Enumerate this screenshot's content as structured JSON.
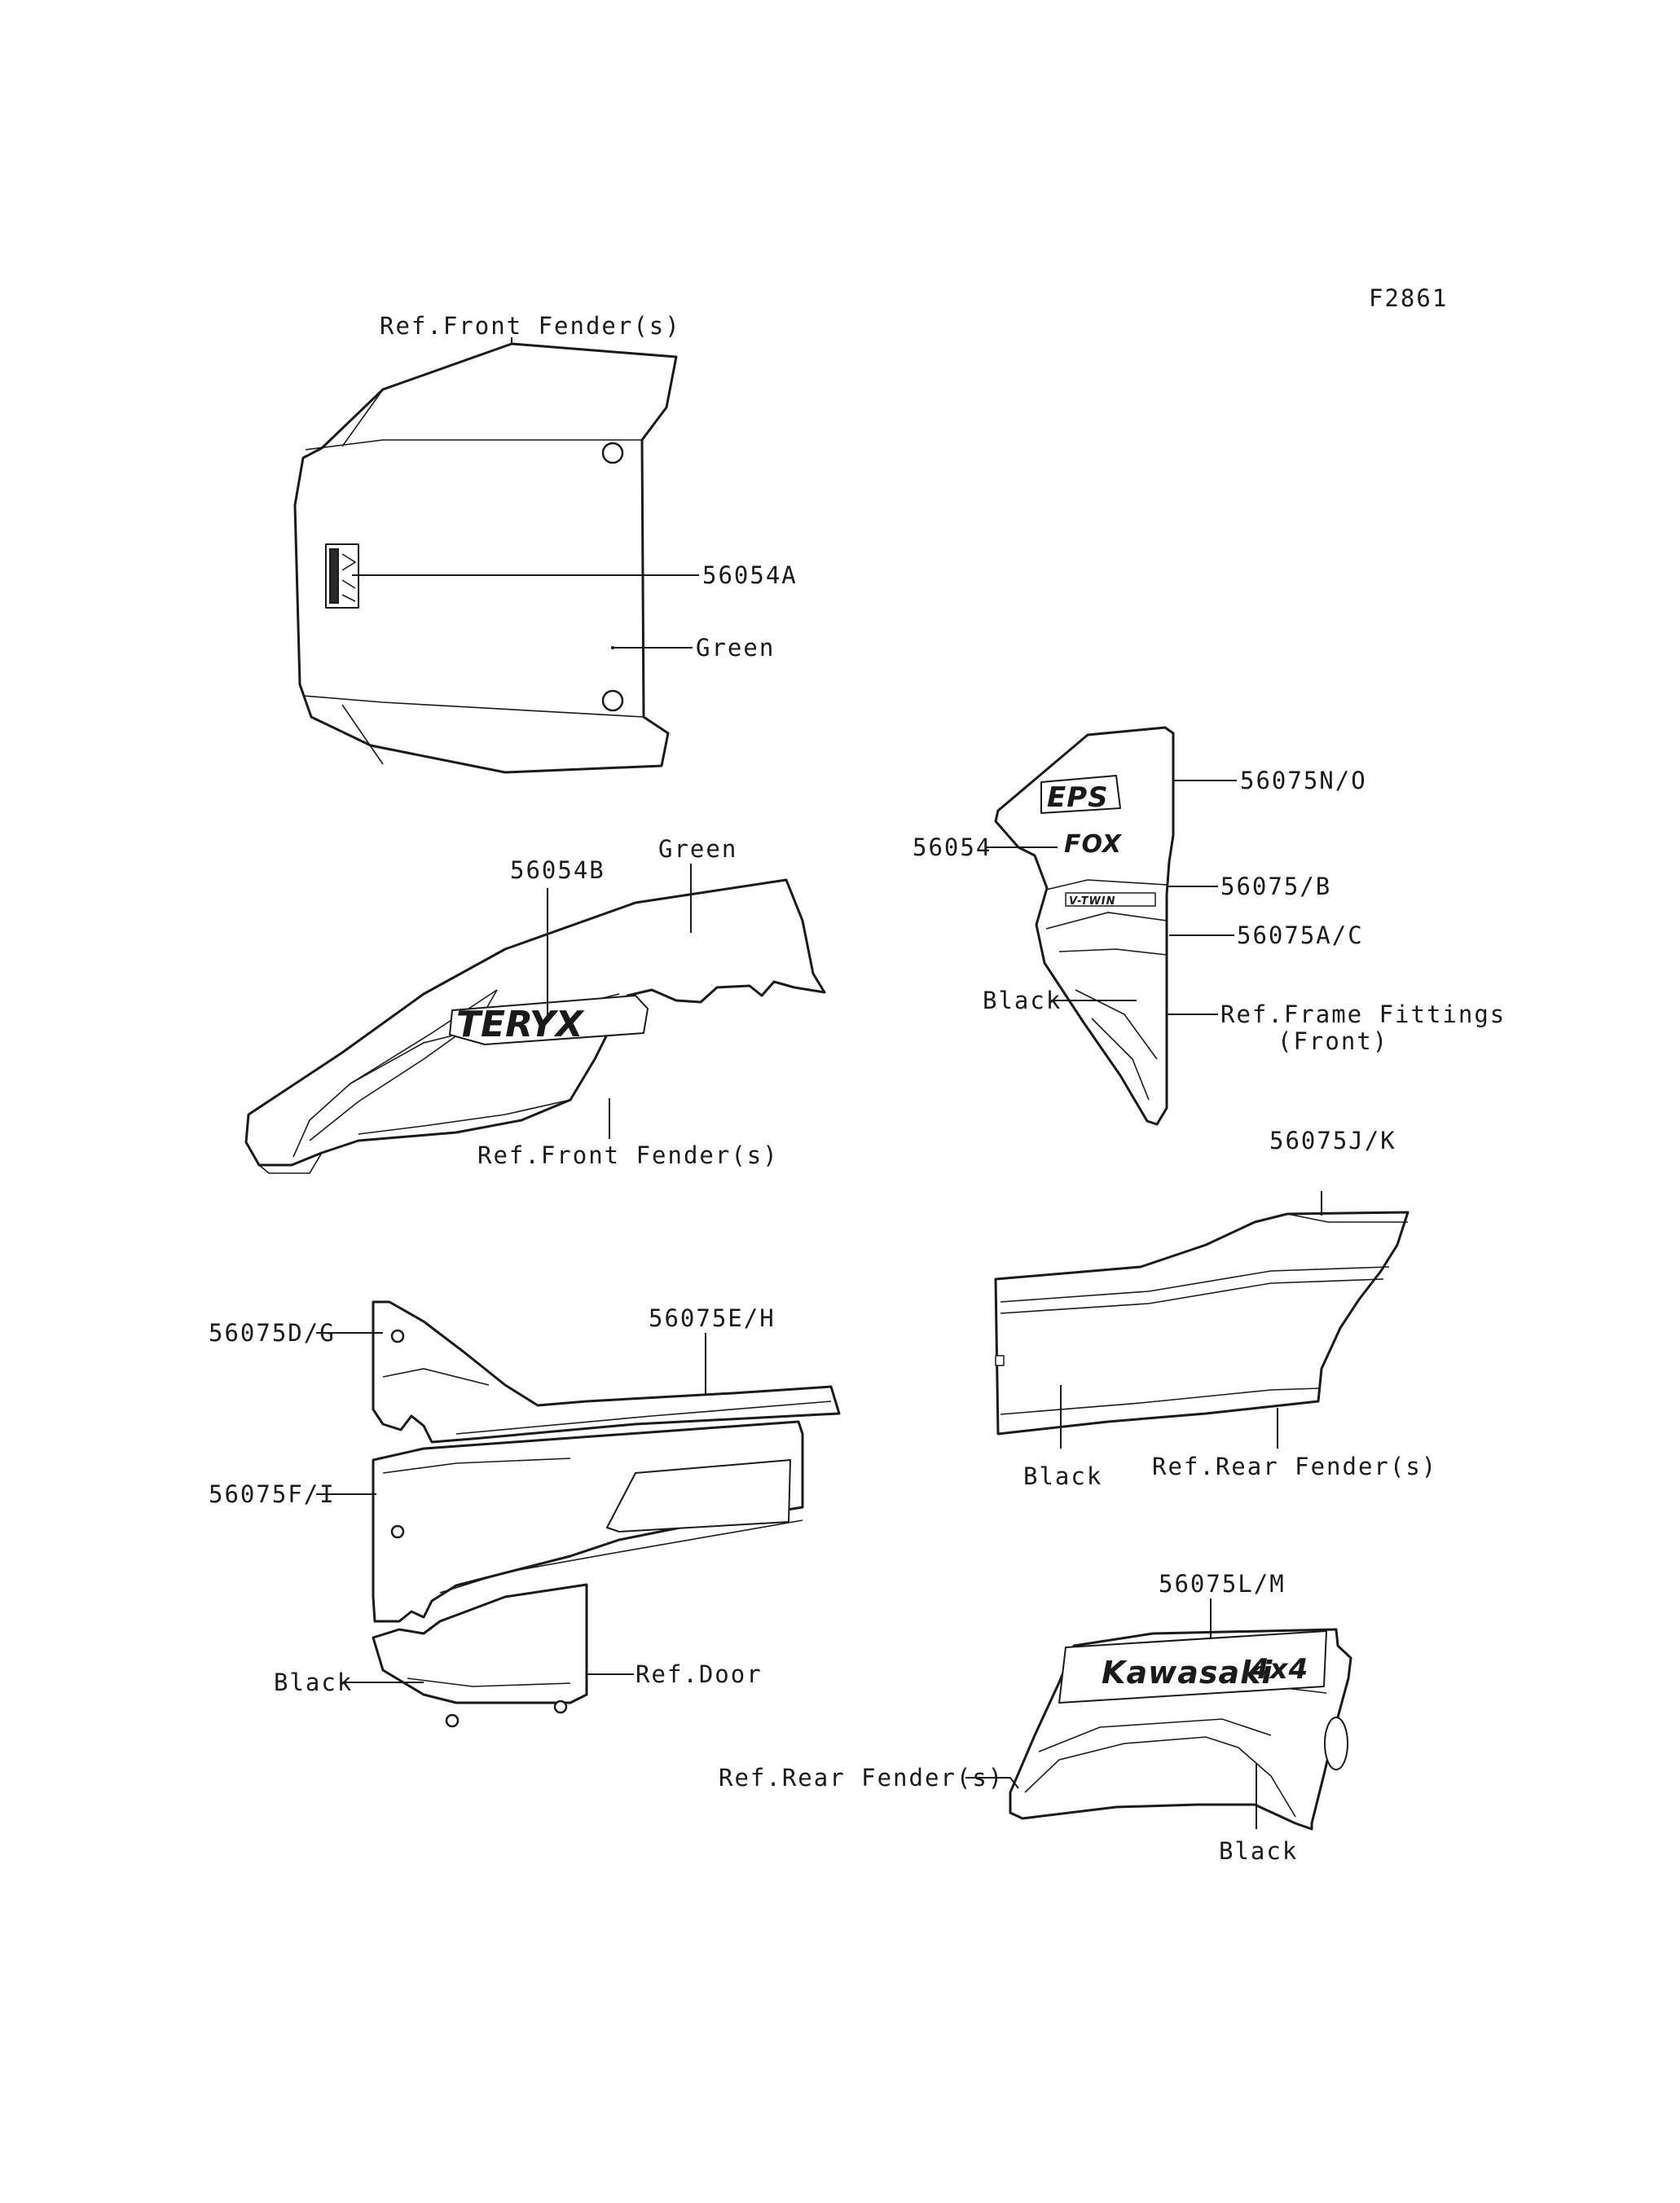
{
  "figure_code": "F2861",
  "colors": {
    "ink": "#1a1a1a",
    "background": "#ffffff"
  },
  "labels": {
    "hood_top": "Ref.Front Fender(s)",
    "hood_part": "56054A",
    "hood_color": "Green",
    "fender_part": "56054B",
    "fender_color": "Green",
    "fender_ref": "Ref.Front Fender(s)",
    "frame_part_no": "56075N/O",
    "frame_part_center": "56054",
    "frame_part_b": "56075/B",
    "frame_part_ac": "56075A/C",
    "frame_color": "Black",
    "frame_ref_line1": "Ref.Frame Fittings",
    "frame_ref_line2": "(Front)",
    "rear_part_jk": "56075J/K",
    "rear_color": "Black",
    "rear_ref": "Ref.Rear Fender(s)",
    "door_part_dg": "56075D/G",
    "door_part_eh": "56075E/H",
    "door_part_fi": "56075F/I",
    "door_color": "Black",
    "door_ref": "Ref.Door",
    "side_part_lm": "56075L/M",
    "side_ref": "Ref.Rear Fender(s)",
    "side_color": "Black"
  },
  "decals": {
    "teryx": "TERYX",
    "eps": "EPS",
    "fox": "FOX",
    "vtwin": "V-TWIN",
    "kawasaki": "Kawasaki",
    "fourbyfour": "4x4"
  }
}
